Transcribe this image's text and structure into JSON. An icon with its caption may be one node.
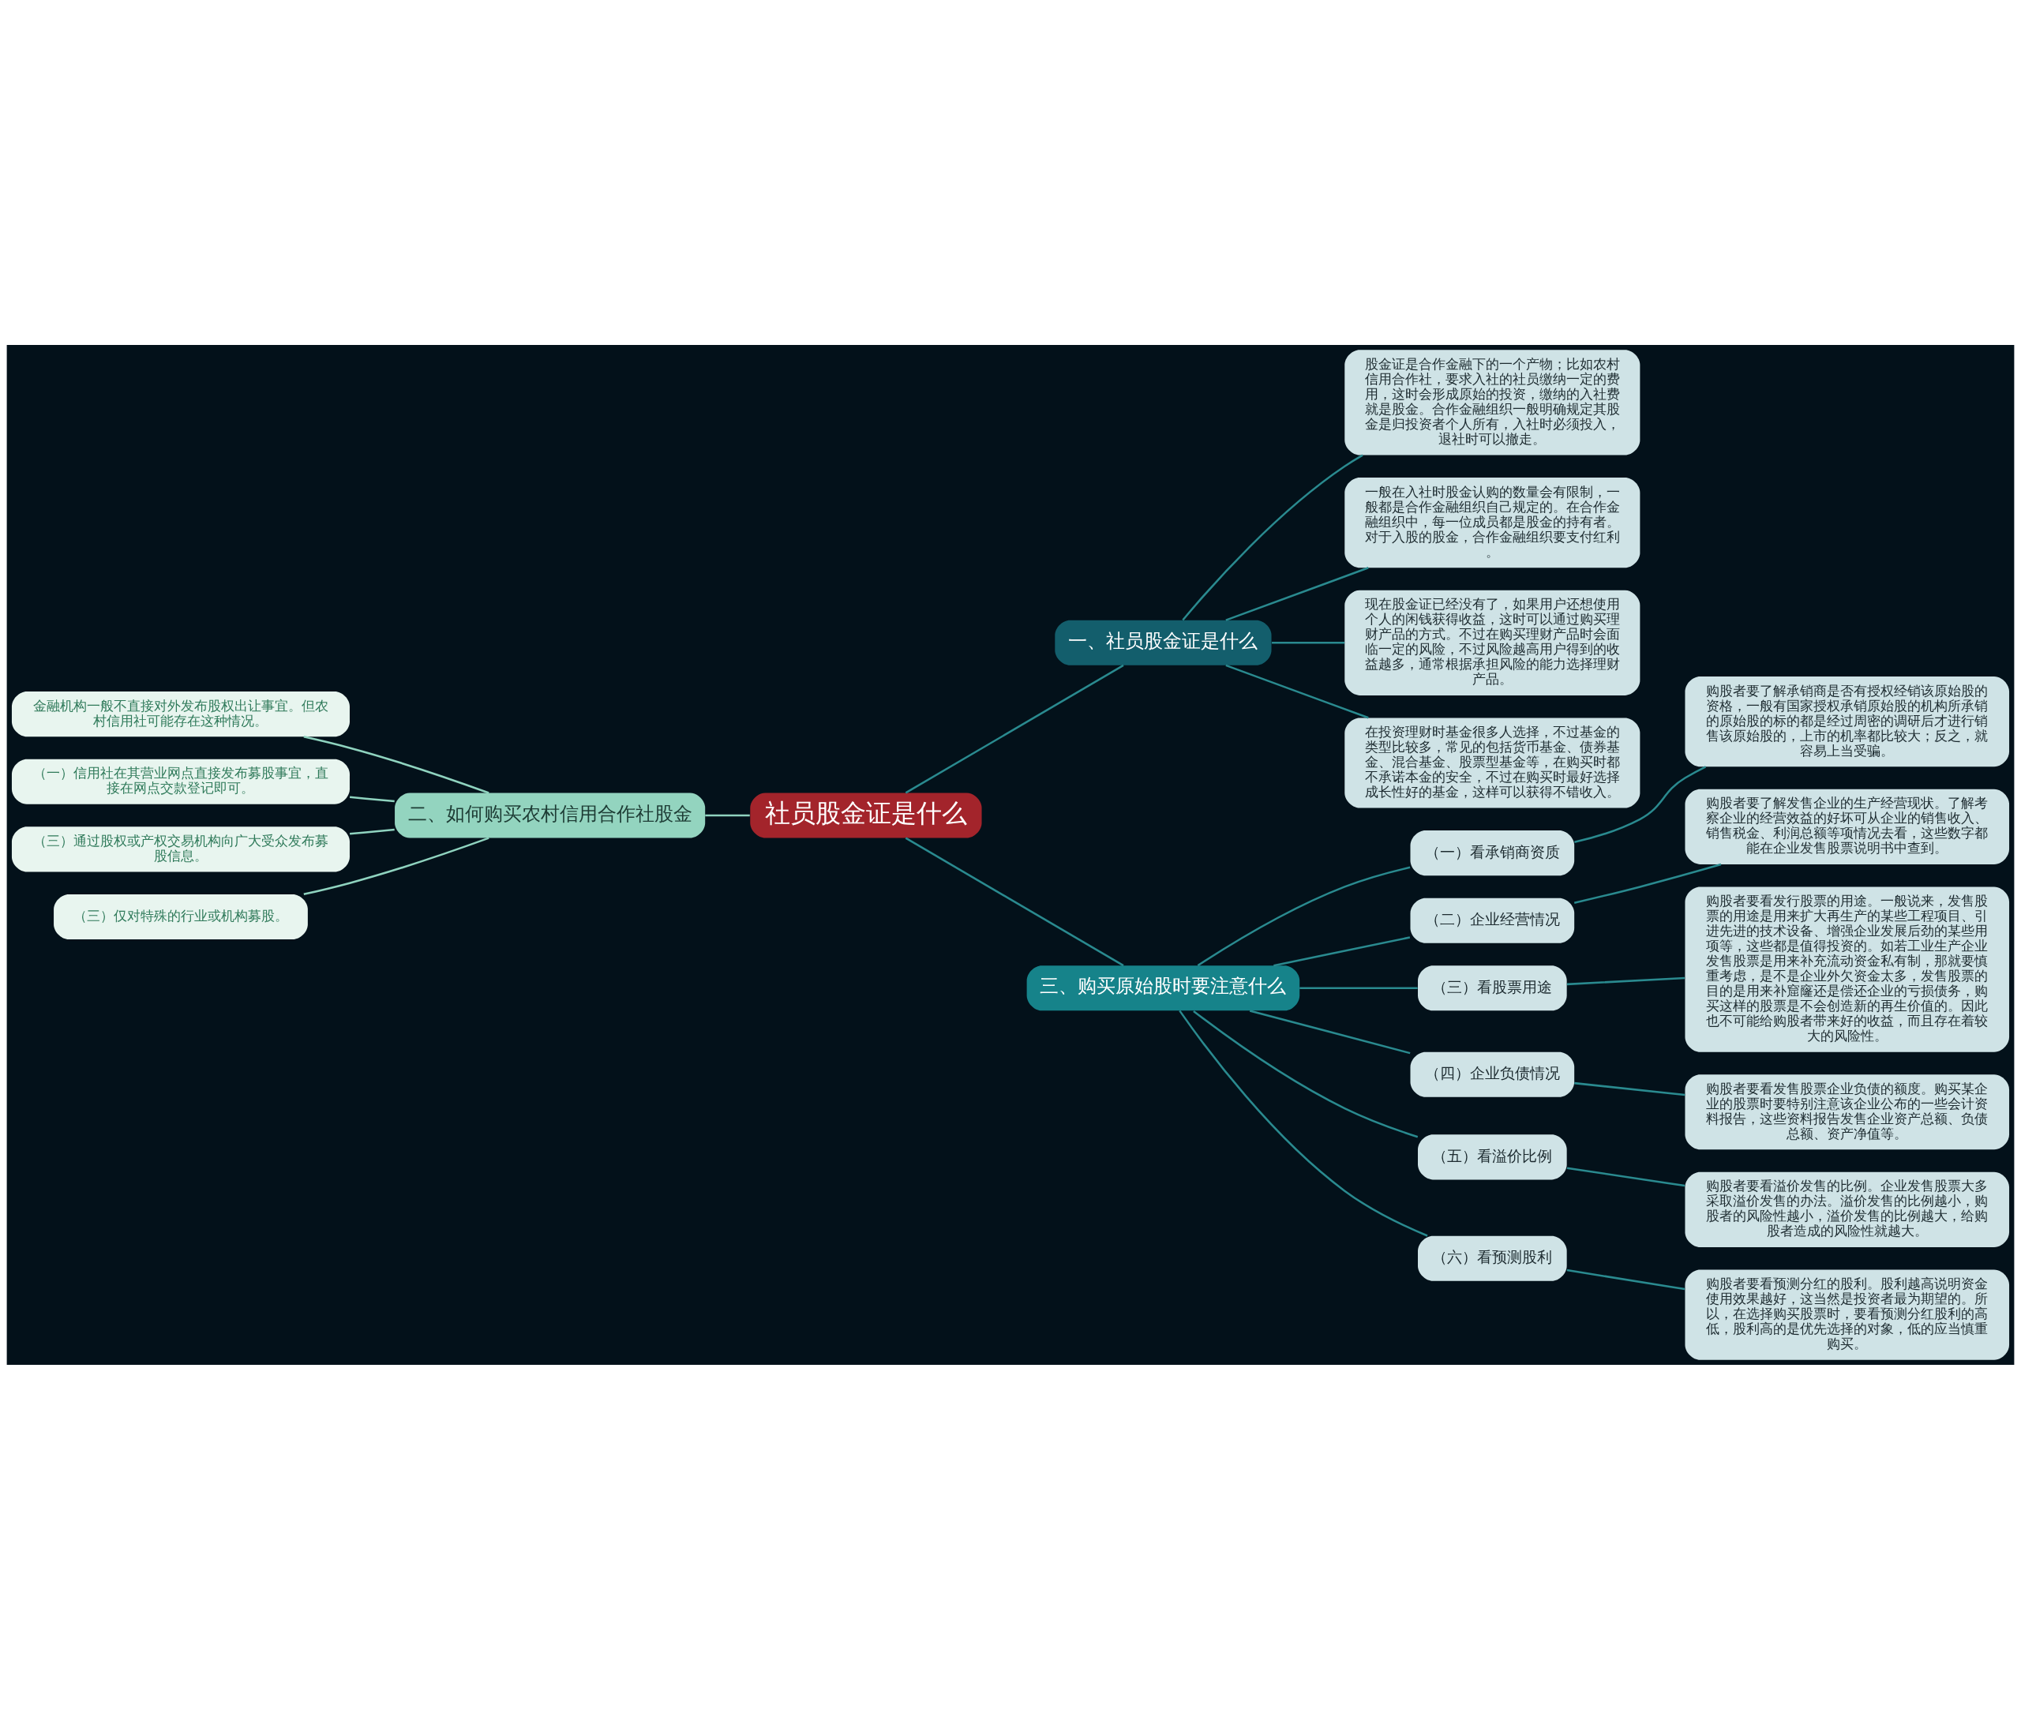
{
  "diagram": {
    "nodes": [
      {
        "text": [
          "社员股金证是什么"
        ]
      },
      {
        "text": [
          "一、社员股金证是什么"
        ]
      },
      {
        "text": [
          "股金证是合作金融下的一个产物；比如农村信用合作社，要求入社的社员缴纳一定的费用，这时会形成原始的投资，缴纳的入社费就是股金。合作金融组织一般明确规定其股金是归投资者个人所有，入社时必须投入，退社时可以撤走。"
        ]
      },
      {
        "text": [
          "一般在入社时股金认购的数量会有限制，一般都是合作金融组织自己规定的。在合作金融组织中，每一位成员都是股金的持有者。对于入股的股金，合作金融组织要支付红利。"
        ]
      },
      {
        "text": [
          "现在股金证已经没有了，如果用户还想使用个人的闲钱获得收益，这时可以通过购买理财产品的方式。不过在购买理财产品时会面临一定的风险，不过风险越高用户得到的收益越多，通常根据承担风险的能力选择理财产品。"
        ]
      },
      {
        "text": [
          "在投资理财时基金很多人选择，不过基金的类型比较多，常见的包括货币基金、债券基金、混合基金、股票型基金等，在购买时都不承诺本金的安全，不过在购买时最好选择成长性好的基金，这样可以获得不错收入。"
        ]
      },
      {
        "text": [
          "二、如何购买农村信用合作社股金"
        ]
      },
      {
        "text": [
          "金融机构一般不直接对外发布股权出让事宜。但农村信用社可能存在这种情况。"
        ]
      },
      {
        "text": [
          "（一）信用社在其营业网点直接发布募股事宜，直接在网点交款登记即可。"
        ]
      },
      {
        "text": [
          "（三）通过股权或产权交易机构向广大受众发布募股信息。"
        ]
      },
      {
        "text": [
          "（三）仅对特殊的行业或机构募股。"
        ]
      },
      {
        "text": [
          "三、购买原始股时要注意什么"
        ]
      },
      {
        "text": [
          "（一）看承销商资质"
        ]
      },
      {
        "text": [
          "购股者要了解承销商是否有授权经销该原始股的资格，一般有国家授权承销原始股的机构所承销的原始股的标的都是经过周密的调研后才进行销售该原始股的，上市的机率都比较大；反之，就容易上当受骗。"
        ]
      },
      {
        "text": [
          "（二）企业经营情况"
        ]
      },
      {
        "text": [
          "购股者要了解发售企业的生产经营现状。了解考察企业的经营效益的好坏可从企业的销售收入、销售税金、利润总额等项情况去看，这些数字都能在企业发售股票说明书中查到。"
        ]
      },
      {
        "text": [
          "（三）看股票用途"
        ]
      },
      {
        "text": [
          "购股者要看发行股票的用途。一般说来，发售股票的用途是用来扩大再生产的某些工程项目、引进先进的技术设备、增强企业发展后劲的某些用项等，这些都是值得投资的。如若工业生产企业发售股票是用来补充流动资金私有制，那就要慎重考虑，是不是企业外欠资金太多，发售股票的目的是用来补窟窿还是偿还企业的亏损债务，购买这样的股票是不会创造新的再生价值的。因此也不可能给购股者带来好的收益，而且存在着较大的风险性。"
        ]
      },
      {
        "text": [
          "（四）企业负债情况"
        ]
      },
      {
        "text": [
          "购股者要看发售股票企业负债的额度。购买某企业的股票时要特别注意该企业公布的一些会计资料报告，这些资料报告发售企业资产总额、负债总额、资产净值等。"
        ]
      },
      {
        "text": [
          "（五）看溢价比例"
        ]
      },
      {
        "text": [
          "购股者要看溢价发售的比例。企业发售股票大多采取溢价发售的办法。溢价发售的比例越小，购股者的风险性越小，溢价发售的比例越大，给购股者造成的风险性就越大。"
        ]
      },
      {
        "text": [
          "（六）看预测股利"
        ]
      },
      {
        "text": [
          "购股者要看预测分红的股利。股利越高说明资金使用效果越好，这当然是投资者最为期望的。所以，在选择购买股票时，要看预测分红股利的高低，股利高的是优先选择的对象，低的应当慎重购买。"
        ]
      }
    ],
    "edges": [
      {
        "from": 0,
        "to": 1,
        "arrow": "none"
      },
      {
        "from": 1,
        "to": 2,
        "arrow": "none"
      },
      {
        "from": 1,
        "to": 3,
        "arrow": "none"
      },
      {
        "from": 1,
        "to": 4,
        "arrow": "none"
      },
      {
        "from": 1,
        "to": 5,
        "arrow": "none"
      },
      {
        "from": 0,
        "to": 6,
        "arrow": "none",
        "color": "#8fd3bf"
      },
      {
        "from": 6,
        "to": 7,
        "arrow": "none",
        "color": "#8fd3bf"
      },
      {
        "from": 6,
        "to": 8,
        "arrow": "none",
        "color": "#8fd3bf"
      },
      {
        "from": 6,
        "to": 9,
        "arrow": "none",
        "color": "#8fd3bf"
      },
      {
        "from": 6,
        "to": 10,
        "arrow": "none",
        "color": "#8fd3bf"
      },
      {
        "from": 0,
        "to": 11,
        "arrow": "none"
      },
      {
        "from": 11,
        "to": 12,
        "arrow": "none"
      },
      {
        "from": 12,
        "to": 13,
        "arrow": "none"
      },
      {
        "from": 11,
        "to": 14,
        "arrow": "none"
      },
      {
        "from": 14,
        "to": 15,
        "arrow": "none"
      },
      {
        "from": 11,
        "to": 16,
        "arrow": "none"
      },
      {
        "from": 16,
        "to": 17,
        "arrow": "none"
      },
      {
        "from": 11,
        "to": 18,
        "arrow": "none"
      },
      {
        "from": 18,
        "to": 19,
        "arrow": "none"
      },
      {
        "from": 11,
        "to": 20,
        "arrow": "none"
      },
      {
        "from": 20,
        "to": 21,
        "arrow": "none"
      },
      {
        "from": 11,
        "to": 22,
        "arrow": "none"
      },
      {
        "from": 22,
        "to": 23,
        "arrow": "none"
      }
    ]
  }
}
